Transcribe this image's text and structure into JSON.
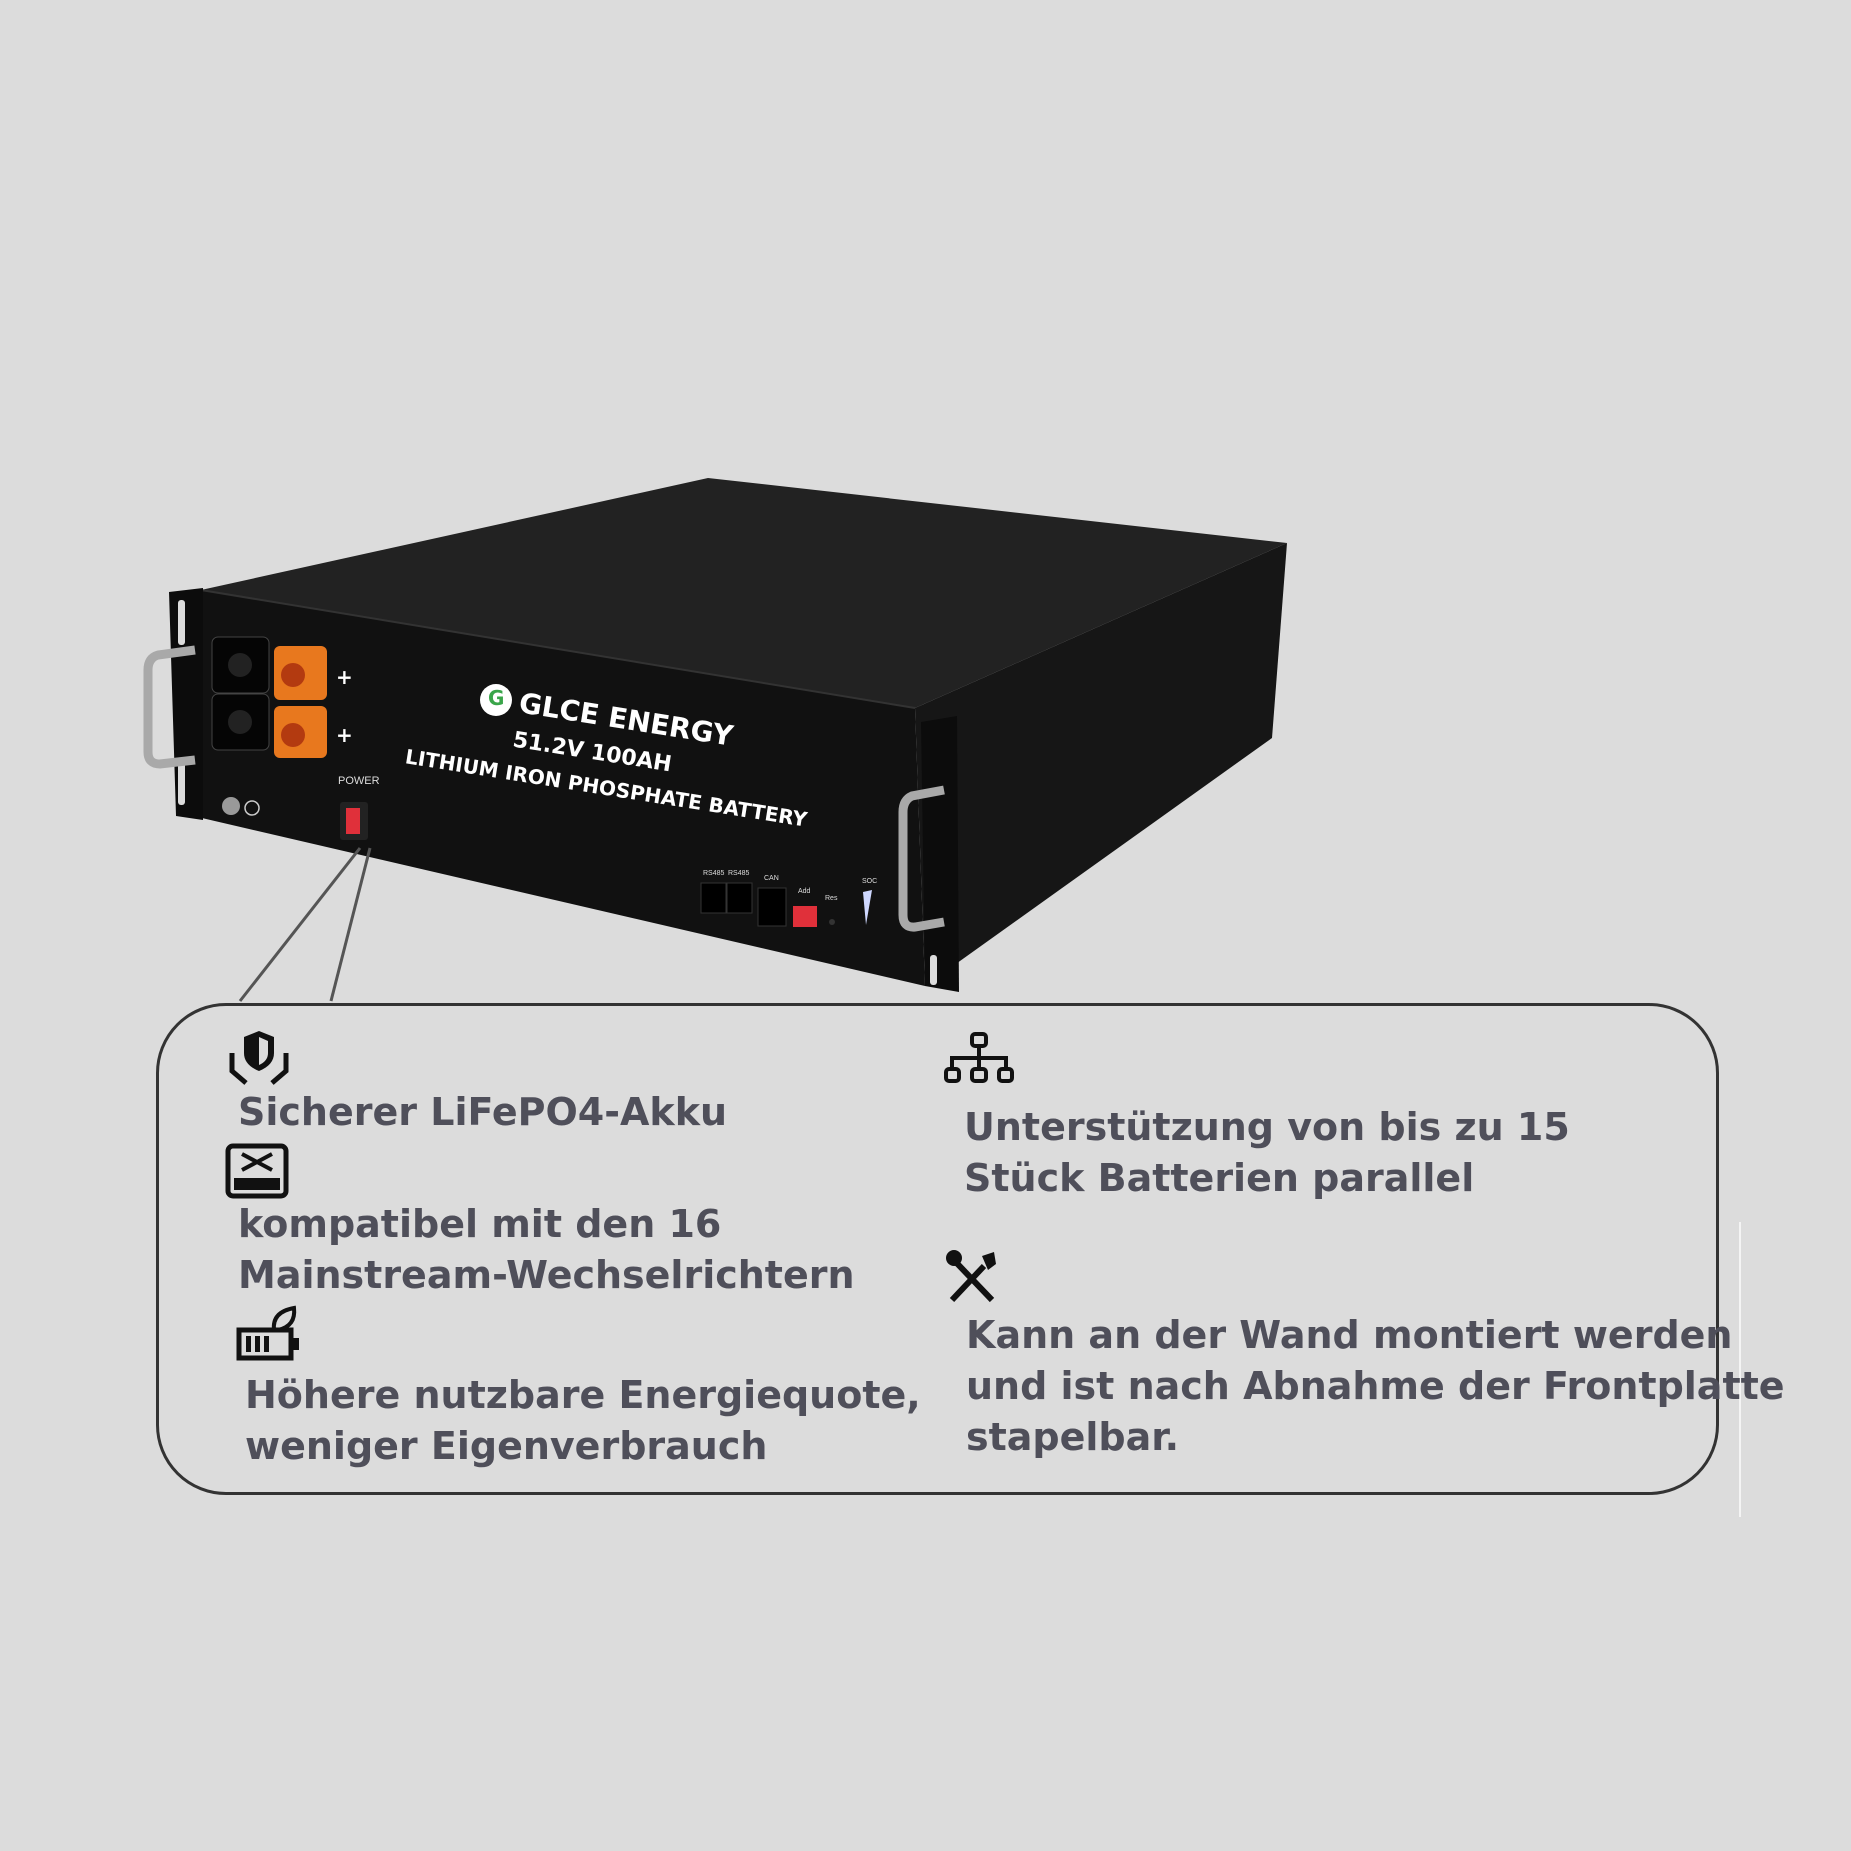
{
  "product": {
    "brand": "GLCE ENERGY",
    "logo_letter": "G",
    "rating": "51.2V 100AH",
    "type": "LITHIUM IRON PHOSPHATE BATTERY",
    "terminal_plus": "+",
    "power_label": "POWER",
    "ports": {
      "rs485_a": "RS485",
      "rs485_b": "RS485",
      "can": "CAN",
      "add": "Add",
      "res": "Res",
      "soc": "SOC"
    },
    "colors": {
      "body": "#141414",
      "terminal_positive": "#e8781e",
      "switch": "#e0303a",
      "logo": "#3aa54a"
    }
  },
  "features": {
    "left": [
      {
        "icon": "shield-hands-icon",
        "lines": [
          "Sicherer LiFePO4-Akku"
        ]
      },
      {
        "icon": "inverter-icon",
        "lines": [
          "kompatibel mit den 16",
          "Mainstream-Wechselrichtern"
        ]
      },
      {
        "icon": "eco-battery-icon",
        "lines": [
          "Höhere nutzbare Energiequote,",
          "weniger Eigenverbrauch"
        ]
      }
    ],
    "right": [
      {
        "icon": "network-icon",
        "lines": [
          "Unterstützung von bis zu 15",
          "Stück Batterien parallel"
        ]
      },
      {
        "icon": "tools-icon",
        "lines": [
          "Kann an der Wand montiert werden",
          "und ist nach Abnahme der Frontplatte",
          "stapelbar."
        ]
      }
    ]
  }
}
